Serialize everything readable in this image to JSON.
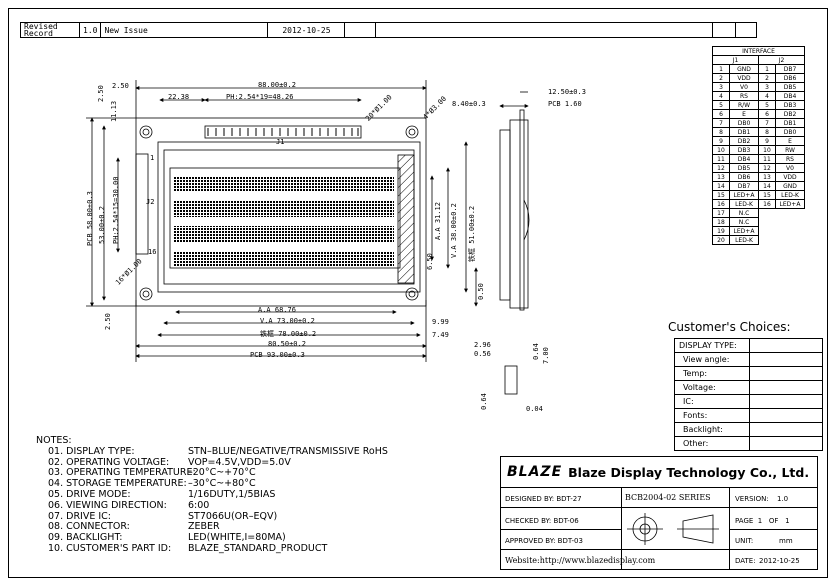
{
  "revision": {
    "label_revised": "Revised",
    "label_record": "Record",
    "rev": "1.0",
    "desc": "New Issue",
    "date": "2012-10-25"
  },
  "dims": {
    "d250_top": "2.50",
    "d8800": "88.00±0.2",
    "d2238": "22.38",
    "dPH": "PH:2.54*19=48.26",
    "d20x1": "20*Ø1.00",
    "d4x3": "4*Ø3.00",
    "d250_left": "2.50",
    "d1113": "11.13",
    "d5800": "PCB 58.00±0.3",
    "d5300": "53.00±0.2",
    "dPH2": "PH:2.54*15=30.00",
    "d16x1": "16*Ø1.00",
    "d250_bot": "2.50",
    "dAA6876": "A.A 68.76",
    "dVA7300": "V.A 73.00±0.2",
    "dBZ7800": "铁框 78.00±0.2",
    "d8050": "80.50±0.2",
    "dPCB9300": "PCB 93.00±0.3",
    "d999": "9.99",
    "d749": "7.49",
    "d650": "6.50",
    "dAA3112": "A.A 31.12",
    "dVA3800": "V.A 38.00±0.2",
    "dBZ5100": "铁框 51.00±0.2",
    "d050": "0.50",
    "d840": "8.40±0.3",
    "d1250": "12.50±0.3",
    "dPCB160": "PCB 1.60",
    "d296": "2.96",
    "d056": "0.56",
    "d064a": "0.64",
    "d700": "7.00",
    "d064b": "0.64",
    "d004": "0.04",
    "lbl_J1": "J1",
    "lbl_J2": "J2",
    "pin1": "1",
    "pin16": "16"
  },
  "interface": {
    "title": "INTERFACE",
    "head_j1": "J1",
    "head_j2": "J2",
    "rows": [
      [
        "1",
        "GND",
        "1",
        "DB7"
      ],
      [
        "2",
        "VDD",
        "2",
        "DB6"
      ],
      [
        "3",
        "V0",
        "3",
        "DB5"
      ],
      [
        "4",
        "RS",
        "4",
        "DB4"
      ],
      [
        "5",
        "R/W",
        "5",
        "DB3"
      ],
      [
        "6",
        "E",
        "6",
        "DB2"
      ],
      [
        "7",
        "DB0",
        "7",
        "DB1"
      ],
      [
        "8",
        "DB1",
        "8",
        "DB0"
      ],
      [
        "9",
        "DB2",
        "9",
        "E"
      ],
      [
        "10",
        "DB3",
        "10",
        "RW"
      ],
      [
        "11",
        "DB4",
        "11",
        "RS"
      ],
      [
        "12",
        "DB5",
        "12",
        "V0"
      ],
      [
        "13",
        "DB6",
        "13",
        "VDD"
      ],
      [
        "14",
        "DB7",
        "14",
        "GND"
      ],
      [
        "15",
        "LED+A",
        "15",
        "LED-K"
      ],
      [
        "16",
        "LED-K",
        "16",
        "LED+A"
      ],
      [
        "17",
        "N.C",
        "",
        ""
      ],
      [
        "18",
        "N.C",
        "",
        ""
      ],
      [
        "19",
        "LED+A",
        "",
        ""
      ],
      [
        "20",
        "LED-K",
        "",
        ""
      ]
    ]
  },
  "customer": {
    "title": "Customer's Choices:",
    "rows": [
      "DISPLAY TYPE:",
      "View angle:",
      "Temp:",
      "Voltage:",
      "IC:",
      "Fonts:",
      "Backlight:",
      "Other:"
    ]
  },
  "notes": {
    "title": "NOTES:",
    "items": [
      {
        "k": "01. DISPLAY TYPE:",
        "v": "STN–BLUE/NEGATIVE/TRANSMISSIVE RoHS"
      },
      {
        "k": "02. OPERATING VOLTAGE:",
        "v": "VOP=4.5V,VDD=5.0V"
      },
      {
        "k": "03. OPERATING TEMPERATURE:",
        "v": "–20°C~+70°C"
      },
      {
        "k": "04. STORAGE TEMPERATURE:",
        "v": "–30°C~+80°C"
      },
      {
        "k": "05. DRIVE MODE:",
        "v": "1/16DUTY,1/5BIAS"
      },
      {
        "k": "06. VIEWING DIRECTION:",
        "v": "6:00"
      },
      {
        "k": "07. DRIVE IC:",
        "v": "ST7066U(OR–EQV)"
      },
      {
        "k": "08. CONNECTOR:",
        "v": "ZEBER"
      },
      {
        "k": "09. BACKLIGHT:",
        "v": "LED(WHITE,I=80MA)"
      },
      {
        "k": "10. CUSTOMER'S PART ID:",
        "v": "BLAZE_STANDARD_PRODUCT"
      }
    ]
  },
  "titleblock": {
    "logo": "BLAZE",
    "company": "Blaze Display Technology Co., Ltd.",
    "designed": "DESIGNED BY: BDT-27",
    "checked": "CHECKED BY: BDT-06",
    "approved": "APPROVED BY: BDT-03",
    "model": "BCB2004-02 SERIES",
    "version_label": "VERSION:",
    "version": "1.0",
    "page_label": "PAGE",
    "page_num": "1",
    "page_of": "OF",
    "page_total": "1",
    "unit_label": "UNIT:",
    "unit": "mm",
    "date_label": "DATE:",
    "date": "2012-10-25",
    "website": "Website:http://www.blazedisplay.com"
  },
  "colors": {
    "line": "#000000",
    "bg": "#ffffff"
  }
}
